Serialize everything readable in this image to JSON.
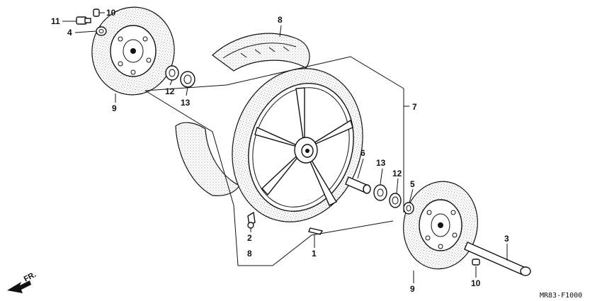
{
  "diagram": {
    "code": "MR83-F1000",
    "direction_label": "FR.",
    "callouts": [
      {
        "id": "c11a",
        "text": "11"
      },
      {
        "id": "c10a",
        "text": "10"
      },
      {
        "id": "c4",
        "text": "4"
      },
      {
        "id": "c9a",
        "text": "9"
      },
      {
        "id": "c8a",
        "text": "8"
      },
      {
        "id": "c12a",
        "text": "12"
      },
      {
        "id": "c13a",
        "text": "13"
      },
      {
        "id": "c7",
        "text": "7"
      },
      {
        "id": "c6",
        "text": "6"
      },
      {
        "id": "c13b",
        "text": "13"
      },
      {
        "id": "c12b",
        "text": "12"
      },
      {
        "id": "c5",
        "text": "5"
      },
      {
        "id": "c2",
        "text": "2"
      },
      {
        "id": "c8b",
        "text": "8"
      },
      {
        "id": "c1",
        "text": "1"
      },
      {
        "id": "c3",
        "text": "3"
      },
      {
        "id": "c10b",
        "text": "10"
      },
      {
        "id": "c9b",
        "text": "9"
      }
    ]
  }
}
